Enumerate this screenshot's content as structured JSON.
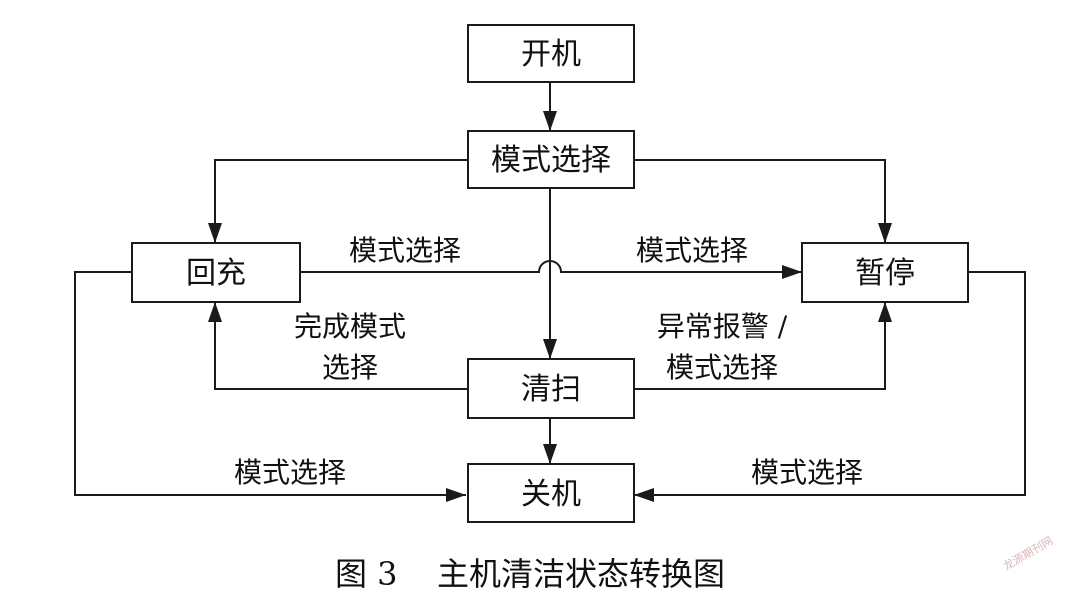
{
  "nodes": {
    "power_on": "开机",
    "mode_select": "模式选择",
    "recharge": "回充",
    "pause": "暂停",
    "clean": "清扫",
    "power_off": "关机"
  },
  "edges": {
    "recharge_to_pause": "模式选择",
    "pause_to_recharge": "模式选择",
    "clean_to_recharge": [
      "完成模式",
      "选择"
    ],
    "clean_to_pause": [
      "异常报警 /",
      "模式选择"
    ],
    "recharge_to_power_off": "模式选择",
    "pause_to_power_off": "模式选择"
  },
  "caption": {
    "number": "图 3",
    "title": "主机清洁状态转换图"
  },
  "watermark": "龙源期刊网"
}
